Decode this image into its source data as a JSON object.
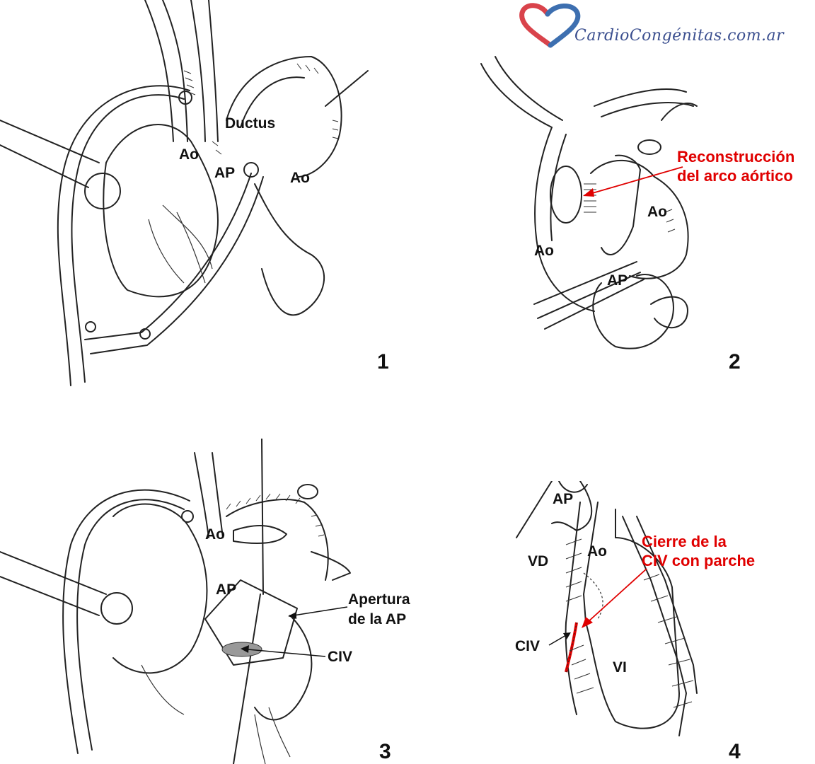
{
  "logo": {
    "text": "CardioCongénitas.com.ar",
    "colors": {
      "heart_left": "#d9434b",
      "heart_right": "#3d6fb0",
      "text": "#3b4f8f"
    }
  },
  "panel1": {
    "number": "1",
    "labels": {
      "ao_left": "Ao",
      "ductus": "Ductus",
      "ap": "AP",
      "ao_right": "Ao"
    }
  },
  "panel2": {
    "number": "2",
    "labels": {
      "annotation": "Reconstrucción\ndel arco aórtico",
      "ao_right": "Ao",
      "ao_left": "Ao",
      "ap": "AP"
    }
  },
  "panel3": {
    "number": "3",
    "labels": {
      "ao": "Ao",
      "ap": "AP",
      "apertura": "Apertura\nde la AP",
      "civ": "CIV"
    }
  },
  "panel4": {
    "number": "4",
    "labels": {
      "ap": "AP",
      "annotation": "Cierre de la\nCIV con parche",
      "vd": "VD",
      "ao": "Ao",
      "civ": "CIV",
      "vi": "VI"
    }
  },
  "colors": {
    "annotation_red": "#e00000",
    "ink": "#222222"
  }
}
